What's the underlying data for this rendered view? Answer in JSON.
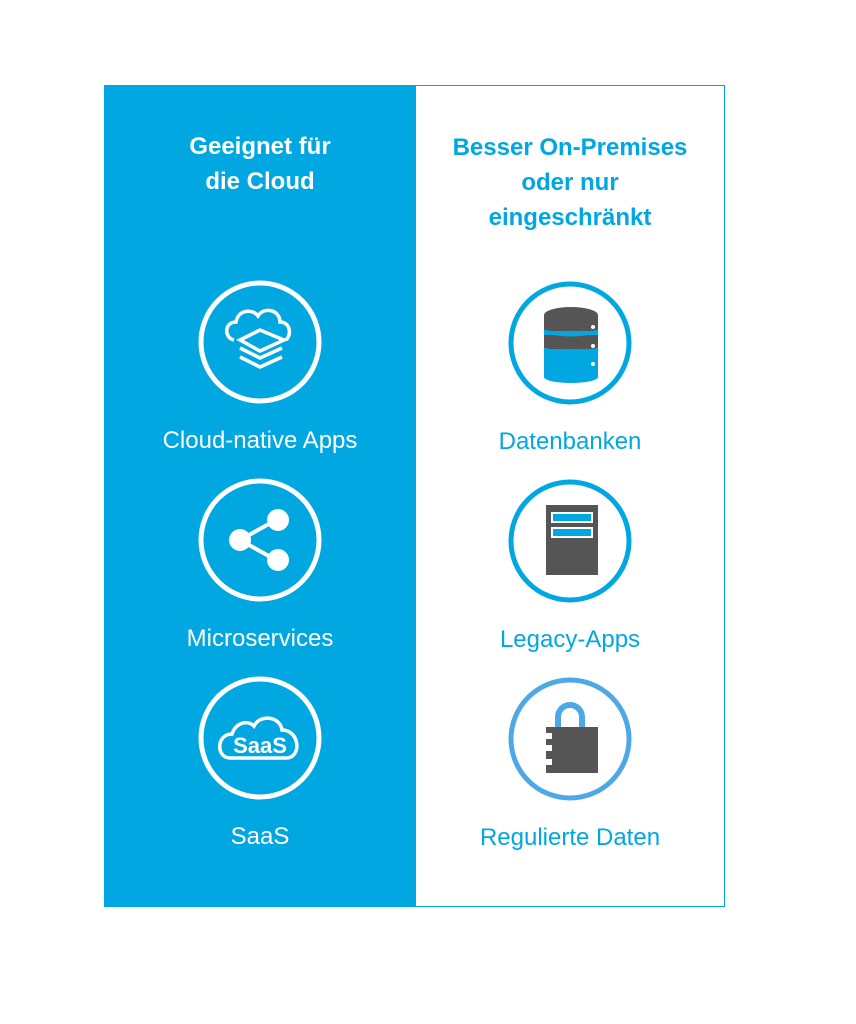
{
  "left": {
    "title_line1": "Geeignet für",
    "title_line2": "die Cloud",
    "items": [
      {
        "label": "Cloud-native Apps",
        "icon": "cloud-layers-icon"
      },
      {
        "label": "Microservices",
        "icon": "share-nodes-icon"
      },
      {
        "label": "SaaS",
        "icon": "saas-cloud-icon",
        "icon_text": "SaaS"
      }
    ]
  },
  "right": {
    "title_line1": "Besser On-Premises",
    "title_line2": "oder nur",
    "title_line3": "eingeschränkt",
    "items": [
      {
        "label": "Datenbanken",
        "icon": "database-icon"
      },
      {
        "label": "Legacy-Apps",
        "icon": "server-icon"
      },
      {
        "label": "Regulierte Daten",
        "icon": "lock-icon"
      }
    ]
  },
  "colors": {
    "accent": "#00a7e1",
    "dark": "#555555",
    "lock_ring": "#4fa8e6"
  }
}
